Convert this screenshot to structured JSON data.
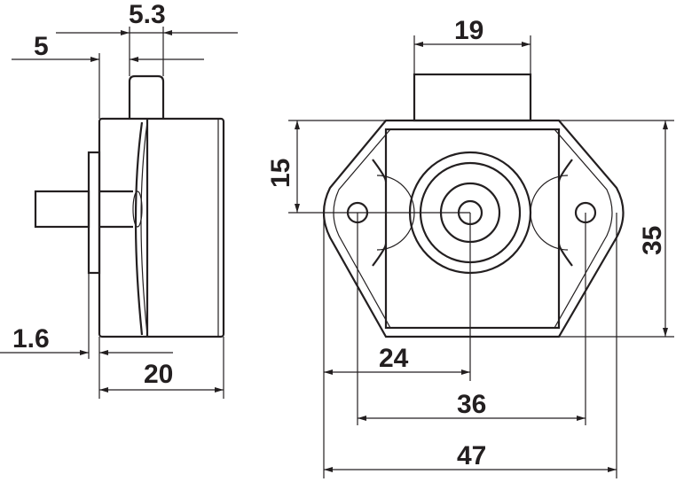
{
  "title": "Push button latch dimensional drawing",
  "side_view": {
    "dims": {
      "pin_offset": "5",
      "pin_width": "5.3",
      "flange": "1.6",
      "depth": "20"
    }
  },
  "front_view": {
    "dims": {
      "top_width": "19",
      "center_height": "15",
      "height": "35",
      "hole_center": "24",
      "hole_spacing": "36",
      "overall_width": "47"
    }
  },
  "colors": {
    "line": "#231f20",
    "background": "#ffffff"
  }
}
